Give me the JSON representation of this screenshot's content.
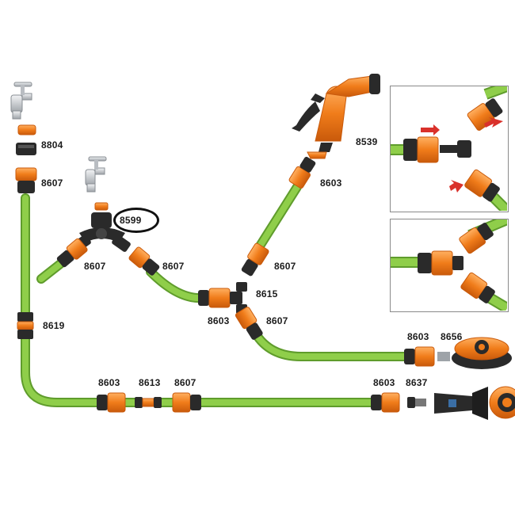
{
  "colors": {
    "hose": "#8fce4a",
    "hose_dark": "#5f9c2c",
    "orange": "#f07c1a",
    "orange_dark": "#c95a0b",
    "black": "#2a2a2a",
    "metal": "#c9ccd0",
    "arrow": "#d9312b",
    "highlight_ring": "#111111"
  },
  "labels": {
    "p8804": "8804",
    "p8607_a": "8607",
    "p8599": "8599",
    "p8607_b": "8607",
    "p8607_c": "8607",
    "p8539": "8539",
    "p8603_a": "8603",
    "p8607_d": "8607",
    "p8615": "8615",
    "p8603_b": "8603",
    "p8607_e": "8607",
    "p8619": "8619",
    "p8603_c": "8603",
    "p8656": "8656",
    "p8603_d": "8603",
    "p8613": "8613",
    "p8607_f": "8607",
    "p8603_e": "8603",
    "p8637": "8637"
  },
  "highlighted_part": "8599"
}
